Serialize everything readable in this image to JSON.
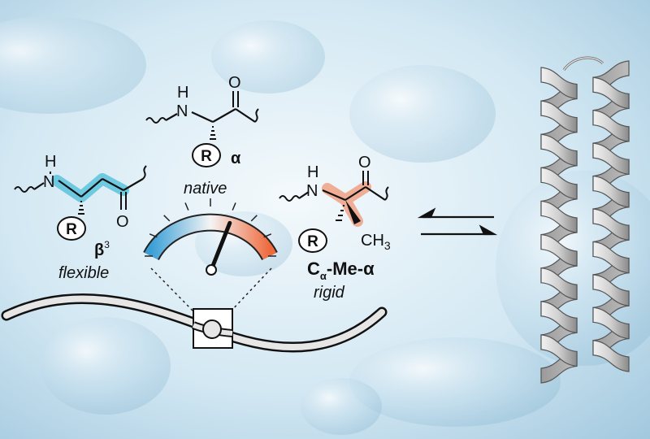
{
  "atoms": {
    "h": "H",
    "n": "N",
    "o": "O",
    "r": "R",
    "ch3": "CH",
    "ch3_sub": "3"
  },
  "labels": {
    "beta_main": "β",
    "beta_sup": "3",
    "beta_desc": "flexible",
    "alpha_main": "α",
    "alpha_desc": "native",
    "cme_c": "C",
    "cme_sub": "α",
    "cme_rest": "-Me-α",
    "cme_desc": "rigid"
  },
  "colors": {
    "beta_highlight": "#5bc3dc",
    "cme_highlight": "#f0a58a",
    "gauge_cold": "#3a9fd6",
    "gauge_hot": "#ee6a3d",
    "helix": "#cfcfcf"
  },
  "gauge": {
    "needle_level": 0.62
  }
}
